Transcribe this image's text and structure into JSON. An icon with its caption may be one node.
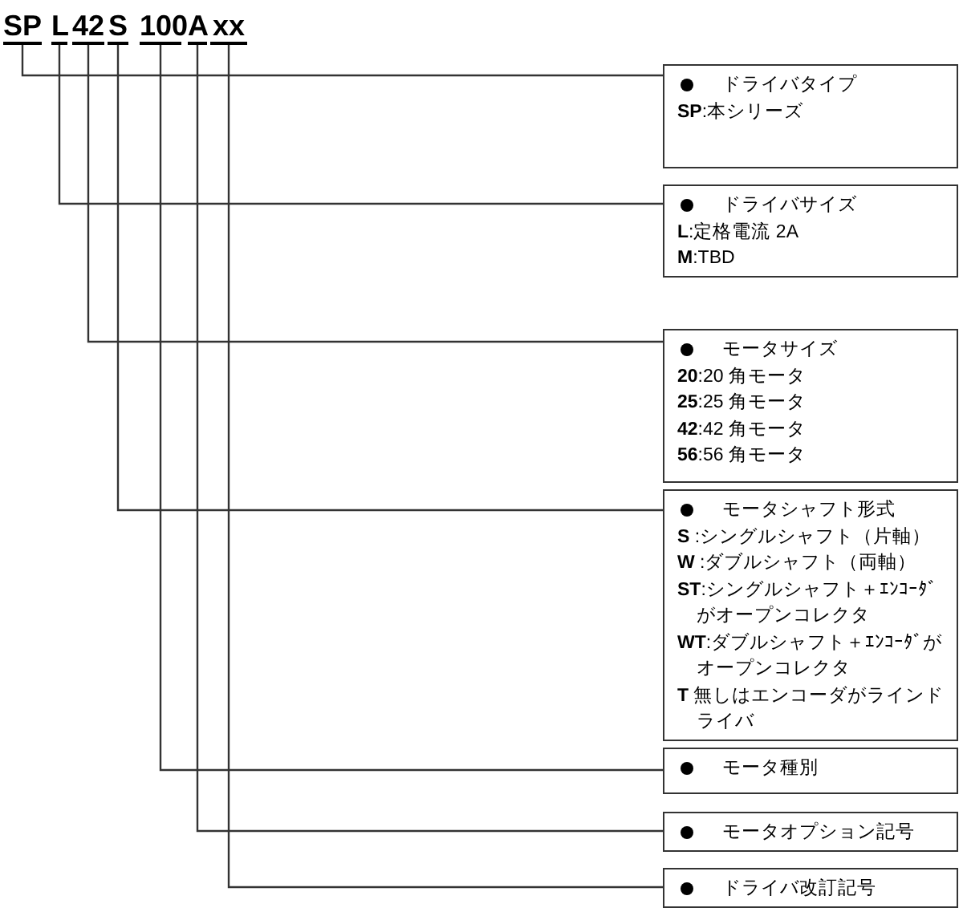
{
  "diagram": {
    "nodes": [
      {
        "text": [
          "SP"
        ]
      },
      {
        "text": [
          "L"
        ]
      },
      {
        "text": [
          "42"
        ]
      },
      {
        "text": [
          "S"
        ]
      },
      {
        "text": [
          "100"
        ]
      },
      {
        "text": [
          "A"
        ]
      },
      {
        "text": [
          "xx"
        ]
      },
      {
        "text": [
          "ドライバタイプ",
          "**SP**:本シリーズ"
        ]
      },
      {
        "text": [
          "ドライバサイズ",
          "**L**:定格電流 2A",
          "**M**:TBD"
        ]
      },
      {
        "text": [
          "モータサイズ",
          "**20**:20 角モータ",
          "**25**:25 角モータ",
          "**42**:42 角モータ",
          "**56**:56 角モータ"
        ]
      },
      {
        "text": [
          "モータシャフト形式",
          "**S** :シングルシャフト（片軸）",
          "**W** :ダブルシャフト（両軸）",
          "**ST**:シングルシャフト＋ｴﾝｺｰﾀﾞがオープンコレクタ",
          "**WT**:ダブルシャフト＋ｴﾝｺｰﾀﾞがオープンコレクタ",
          "**T** 無しはエンコーダがラインドライバ"
        ]
      },
      {
        "text": [
          "モータ種別"
        ]
      },
      {
        "text": [
          "モータオプション記号"
        ]
      },
      {
        "text": [
          "ドライバ改訂記号"
        ]
      }
    ],
    "edges": [
      {
        "from": 0,
        "to": 7,
        "arrow": "none"
      },
      {
        "from": 1,
        "to": 8,
        "arrow": "none"
      },
      {
        "from": 2,
        "to": 9,
        "arrow": "none"
      },
      {
        "from": 3,
        "to": 10,
        "arrow": "none"
      },
      {
        "from": 4,
        "to": 11,
        "arrow": "none"
      },
      {
        "from": 5,
        "to": 12,
        "arrow": "none"
      },
      {
        "from": 6,
        "to": 13,
        "arrow": "none"
      }
    ]
  }
}
